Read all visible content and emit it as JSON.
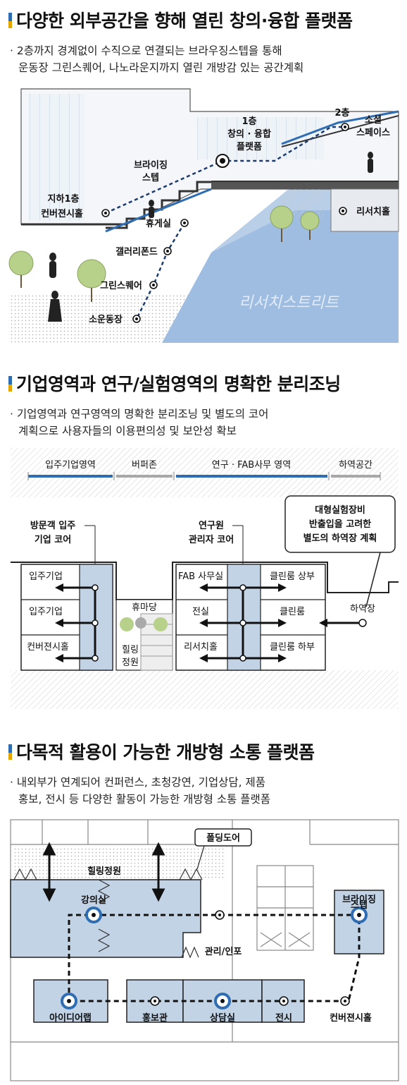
{
  "sections": [
    {
      "title": "다양한 외부공간을 향해 열린 창의·융합 플랫폼",
      "desc": [
        "· 2층까지 경계없이 수직으로 연결되는 브라우징스텝을 통해",
        "운동장 그린스퀘어, 나노라운지까지 열린 개방감 있는 공간계획"
      ],
      "labels": {
        "floor2": "2층",
        "social_space_1": "소셜",
        "social_space_2": "스페이스",
        "floor1": "1층",
        "platform_1": "창의 · 융합",
        "platform_2": "플랫폼",
        "browsing_1": "브라이징",
        "browsing_2": "스텝",
        "basement": "지하1층",
        "convergence_hall": "컨버젼시홀",
        "lounge": "휴게실",
        "research_hall": "리서치홀",
        "gallery_pond": "갤러리폰드",
        "green_square": "그린스퀘어",
        "small_field": "소운동장",
        "research_street": "리서치스트리트"
      }
    },
    {
      "title": "기업영역과 연구/실험영역의 명확한 분리조닝",
      "desc": [
        "· 기업영역과 연구영역의 명확한 분리조닝 및 별도의 코어",
        "계획으로 사용자들의 이용편의성 및 보안성 확보"
      ],
      "zones": [
        "입주기업영역",
        "버퍼존",
        "연구 · FAB사무 영역",
        "하역공간"
      ],
      "labels": {
        "visitor_core_1": "방문객 입주",
        "visitor_core_2": "기업 코어",
        "research_core_1": "연구원",
        "research_core_2": "관리자 코어",
        "callout_1": "대형실험장비",
        "callout_2": "반출입을 고려한",
        "callout_3": "별도의 하역장 계획",
        "tenant_1": "입주기업",
        "tenant_2": "입주기업",
        "convergence_hall": "컨버젼시홀",
        "rest_yard": "휴마당",
        "healing_1": "힐링",
        "healing_2": "정원",
        "fab_office": "FAB 사무실",
        "exhibition": "전실",
        "research_hall": "리서치홀",
        "clean_top": "클린룸 상부",
        "clean": "클린룸",
        "clean_bottom": "클린룸 하부",
        "loading_dock": "하역장"
      }
    },
    {
      "title": "다목적 활용이 가능한 개방형 소통 플랫폼",
      "desc": [
        "· 내외부가 연계되어 컨퍼런스, 초청강연, 기업상담, 제품",
        "홍보, 전시 등 다양한 활동이 가능한 개방형 소통 플랫폼"
      ],
      "labels": {
        "folding_door": "폴딩도어",
        "healing_garden": "힐링정원",
        "lecture_room": "강의실",
        "browsing_1": "브라이징",
        "browsing_2": "스텝",
        "admin_info": "관리/인포",
        "idea_lab": "아이디어랩",
        "pr_hall": "홍보관",
        "consult_room": "상담실",
        "exhibit": "전시",
        "convergence_hall": "컨버젼시홀"
      }
    }
  ],
  "colors": {
    "blue": "#2f6db3",
    "light_blue": "#c2d3e6",
    "zone_gray": "#a8a8a8",
    "accent": "#e6a400"
  }
}
